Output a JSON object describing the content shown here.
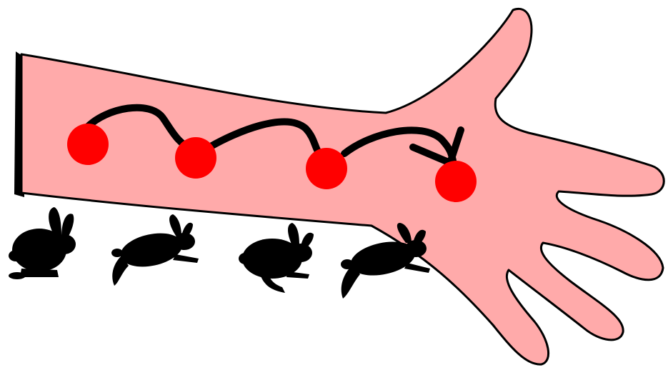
{
  "figure": {
    "subject": "forearm-and-hand",
    "marker_count": 4,
    "rabbit_count": 4,
    "arrow_count": 3
  },
  "colors": {
    "background": "#ffffff",
    "skin": "#ffaaaa",
    "outline": "#000000",
    "marker": "#ff0000",
    "arrow": "#000000",
    "rabbit": "#000000"
  },
  "icons": {
    "markers": [
      "red-dot-icon",
      "red-dot-icon",
      "red-dot-icon",
      "red-dot-icon"
    ],
    "rabbits": [
      "sitting-rabbit-icon",
      "hopping-rabbit-icon",
      "crouching-rabbit-icon",
      "hopping-rabbit-icon"
    ],
    "arrows": [
      "curved-arrow-icon",
      "curved-arrow-icon",
      "curved-arrow-icon"
    ]
  }
}
